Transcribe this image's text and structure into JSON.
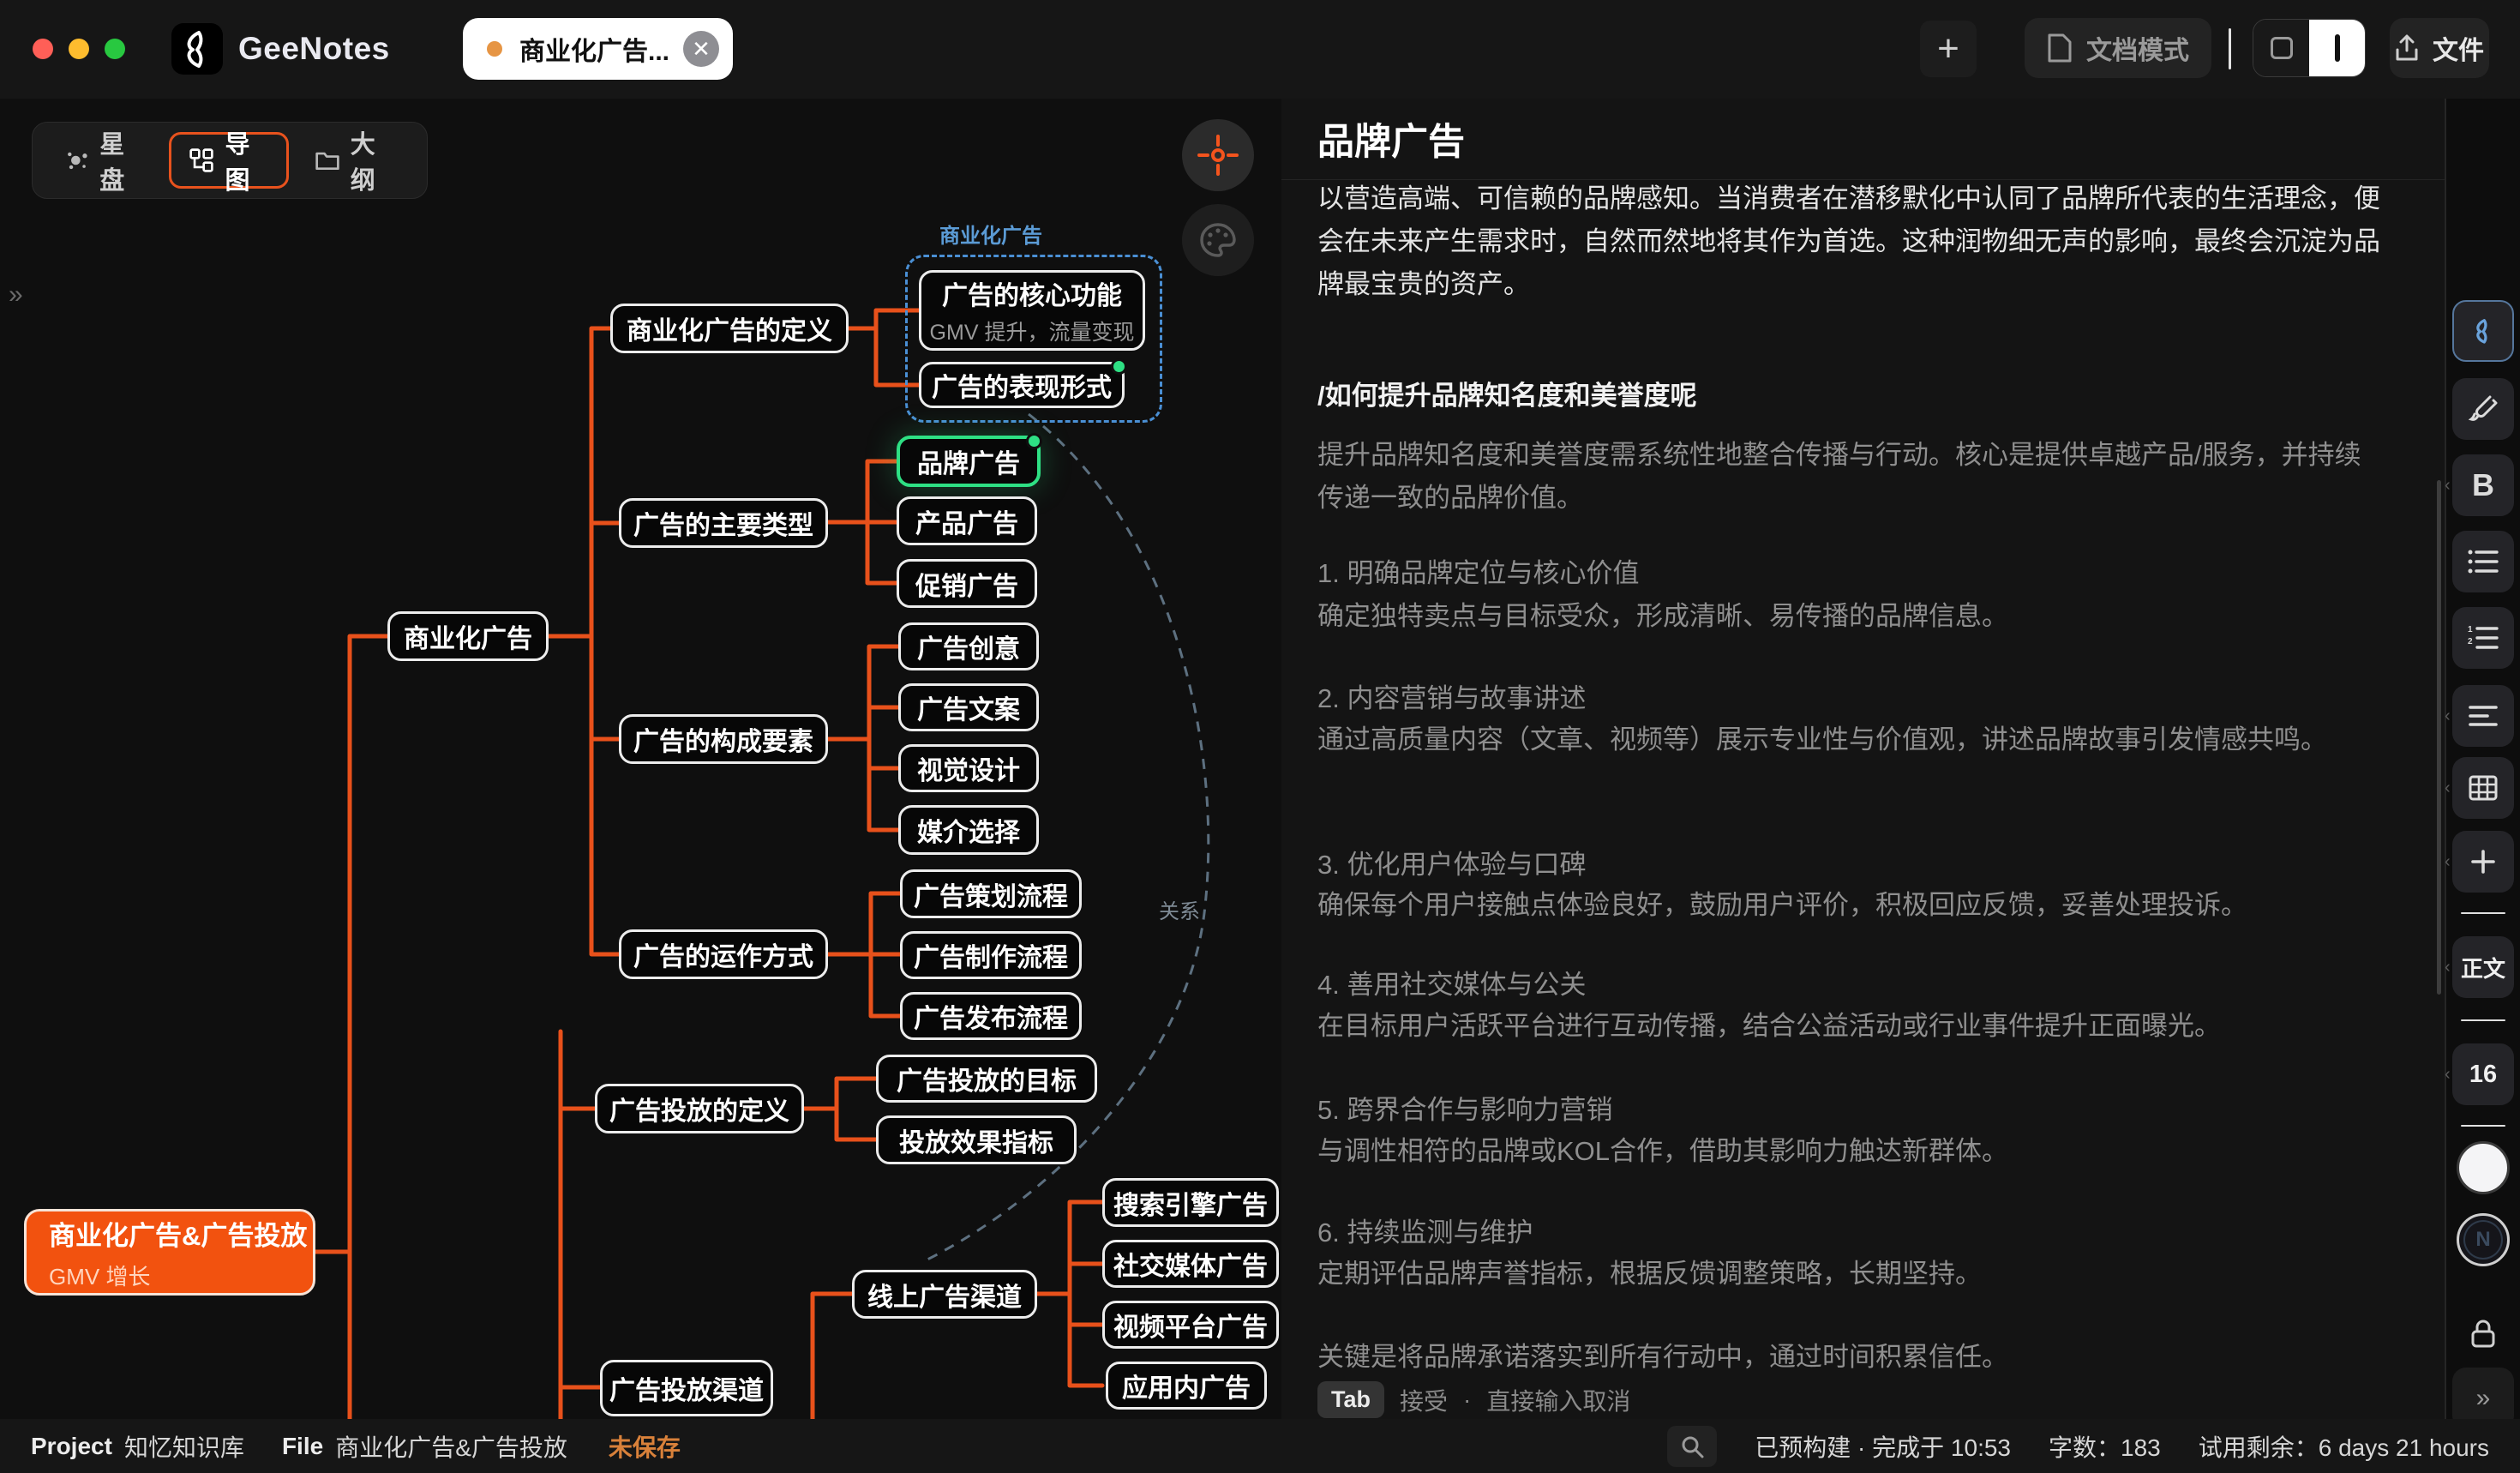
{
  "topbar": {
    "app_name": "GeeNotes",
    "tab_title": "商业化广告...",
    "close_glyph": "✕",
    "new_tab_glyph": "+",
    "doc_mode_label": "文档模式",
    "file_label": "文件"
  },
  "canvas_toolbar": {
    "views": [
      {
        "label": "星盘"
      },
      {
        "label": "导图"
      },
      {
        "label": "大纲"
      }
    ],
    "collapse_glyph": "»"
  },
  "mindmap": {
    "group_label": "商业化广告",
    "relation_label": "关系",
    "root": {
      "title": "商业化广告&广告投放",
      "subtitle": "GMV 增长"
    },
    "nodes": {
      "hub": "商业化广告",
      "definition": "商业化广告的定义",
      "types": "广告的主要类型",
      "elements": "广告的构成要素",
      "operation": "广告的运作方式",
      "delivery_definition": "广告投放的定义",
      "online_channels": "线上广告渠道",
      "delivery_channels": "广告投放渠道",
      "core_function_title": "广告的核心功能",
      "core_function_subtitle": "GMV 提升，流量变现",
      "expression": "广告的表现形式",
      "brand": "品牌广告",
      "product": "产品广告",
      "promotion": "促销广告",
      "creative": "广告创意",
      "copywriting": "广告文案",
      "visual_design": "视觉设计",
      "media_selection": "媒介选择",
      "planning": "广告策划流程",
      "production": "广告制作流程",
      "publishing": "广告发布流程",
      "delivery_goal": "广告投放的目标",
      "delivery_metrics": "投放效果指标",
      "search_engine": "搜索引擎广告",
      "social_media": "社交媒体广告",
      "video_platform": "视频平台广告",
      "in_app": "应用内广告"
    },
    "colors": {
      "branch_line": "#e8511b",
      "root_bg": "#f2520f",
      "highlight_green": "#2ee084",
      "group_blue": "#4a8fd4"
    }
  },
  "doc": {
    "title": "品牌广告",
    "p1": "以营造高端、可信赖的品牌感知。当消费者在潜移默化中认同了品牌所代表的生活理念，便会在未来产生需求时，自然而然地将其作为首选。这种润物细无声的影响，最终会沉淀为品牌最宝贵的资产。",
    "h2": "/如何提升品牌知名度和美誉度呢",
    "intro": "提升品牌知名度和美誉度需系统性地整合传播与行动。核心是提供卓越产品/服务，并持续传递一致的品牌价值。",
    "sections": [
      {
        "t": "1. 明确品牌定位与核心价值",
        "b": "确定独特卖点与目标受众，形成清晰、易传播的品牌信息。"
      },
      {
        "t": "2. 内容营销与故事讲述",
        "b": "通过高质量内容（文章、视频等）展示专业性与价值观，讲述品牌故事引发情感共鸣。"
      },
      {
        "t": "3. 优化用户体验与口碑",
        "b": "确保每个用户接触点体验良好，鼓励用户评价，积极回应反馈，妥善处理投诉。"
      },
      {
        "t": "4. 善用社交媒体与公关",
        "b": "在目标用户活跃平台进行互动传播，结合公益活动或行业事件提升正面曝光。"
      },
      {
        "t": "5. 跨界合作与影响力营销",
        "b": "与调性相符的品牌或KOL合作，借助其影响力触达新群体。"
      },
      {
        "t": "6. 持续监测与维护",
        "b": "定期评估品牌声誉指标，根据反馈调整策略，长期坚持。"
      }
    ],
    "closing": "关键是将品牌承诺落实到所有行动中，通过时间积累信任。",
    "tab_hint": {
      "key": "Tab",
      "accept": "接受",
      "sep": "·",
      "cancel": "直接输入取消"
    }
  },
  "sidebar": {
    "bold_label": "B",
    "body_style_label": "正文",
    "font_size_value": "16",
    "swatch_letter": "N",
    "collapse_glyph": "»"
  },
  "statusbar": {
    "project_label": "Project",
    "project_name": "知忆知识库",
    "file_label": "File",
    "file_name": "商业化广告&广告投放",
    "unsaved": "未保存",
    "build_status": "已预构建 · 完成于 10:53",
    "words_label": "字数：",
    "words_value": "183",
    "trial_label": "试用剩余：",
    "trial_value": "6 days 21 hours"
  }
}
